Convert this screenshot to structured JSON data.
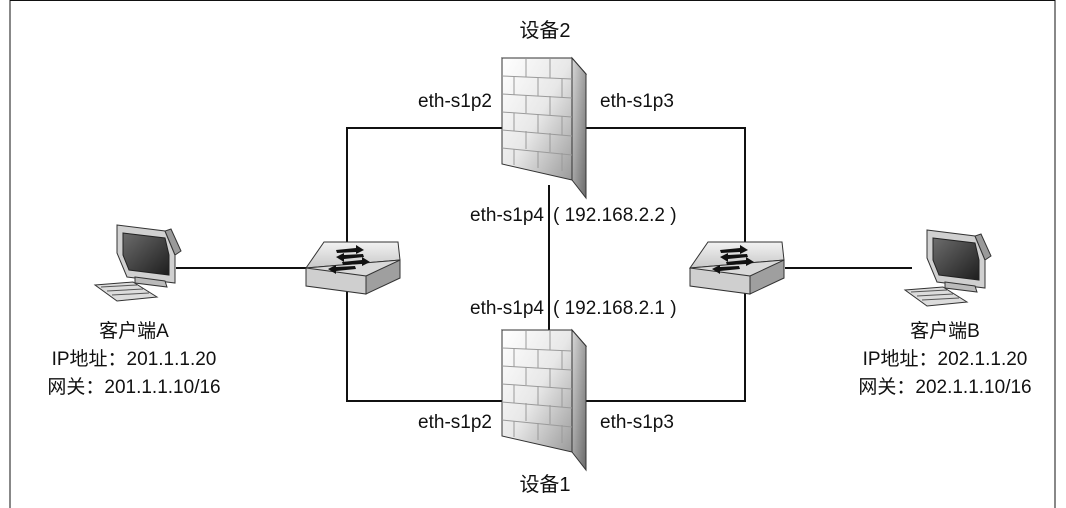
{
  "devices": {
    "device2": {
      "label": "设备2",
      "port_left": "eth-s1p2",
      "port_right": "eth-s1p3",
      "port_down": "eth-s1p4",
      "port_down_ip": "( 192.168.2.2 )"
    },
    "device1": {
      "label": "设备1",
      "port_left": "eth-s1p2",
      "port_right": "eth-s1p3",
      "port_up": "eth-s1p4",
      "port_up_ip": "( 192.168.2.1 )"
    }
  },
  "clients": {
    "a": {
      "name": "客户端A",
      "ip": "IP地址：201.1.1.20",
      "gateway": "网关：201.1.1.10/16"
    },
    "b": {
      "name": "客户端B",
      "ip": "IP地址：202.1.1.20",
      "gateway": "网关：202.1.1.10/16"
    }
  },
  "colors": {
    "line": "#111111",
    "firewall_light": "#f4f4f4",
    "firewall_mid": "#c9c9c9",
    "firewall_dark": "#8a8a8a",
    "switch_top": "#e6e6e6",
    "switch_side": "#b5b5b5"
  },
  "icons": {
    "firewall": "firewall-icon",
    "switch": "switch-icon",
    "computer": "computer-icon"
  }
}
